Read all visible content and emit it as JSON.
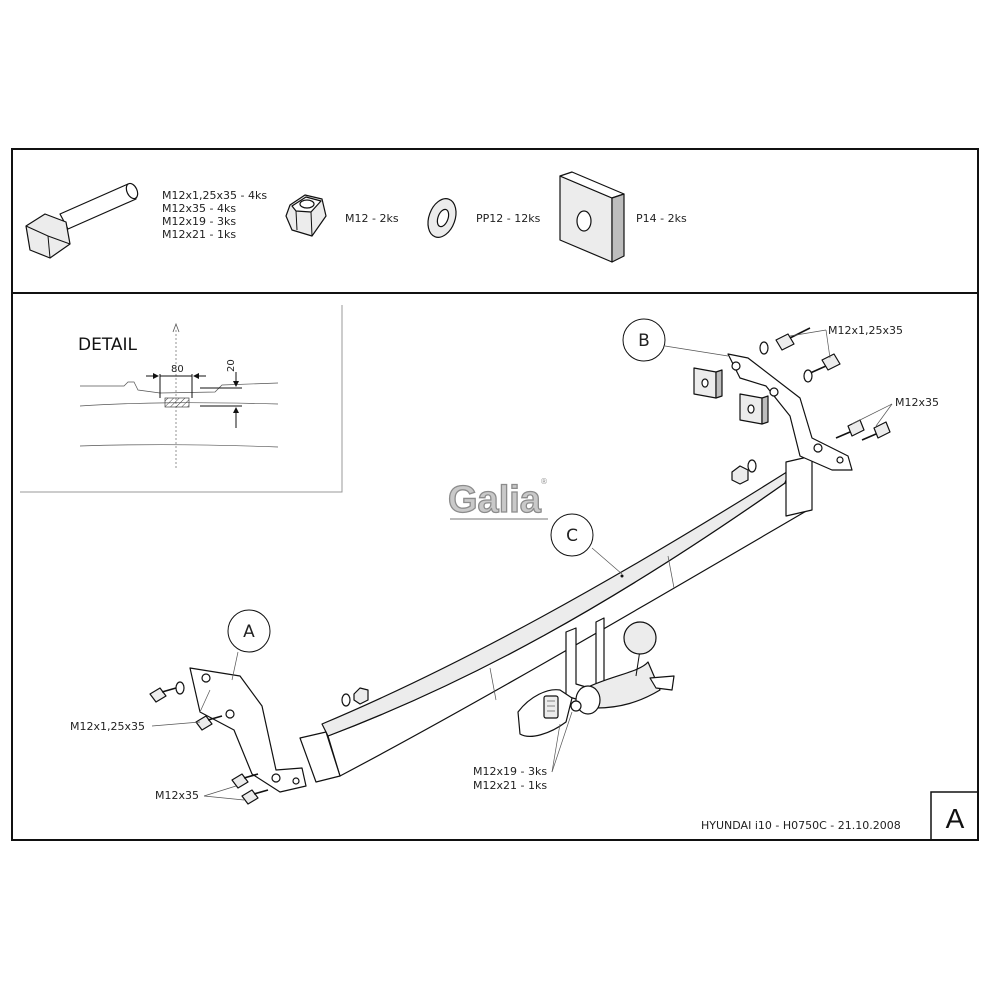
{
  "parts_list": {
    "bolt": {
      "icon": "hex-bolt-icon",
      "lines": [
        "M12x1,25x35 - 4ks",
        "M12x35 - 4ks",
        "M12x19 - 3ks",
        "M12x21 - 1ks"
      ]
    },
    "nut": {
      "icon": "hex-nut-icon",
      "label": "M12 - 2ks"
    },
    "washer": {
      "icon": "washer-icon",
      "label": "PP12 - 12ks"
    },
    "plate": {
      "icon": "square-plate-icon",
      "label": "P14 - 2ks"
    }
  },
  "detail": {
    "title": "DETAIL",
    "dim_width": "80",
    "dim_height": "20"
  },
  "callouts": {
    "a": "A",
    "b": "B",
    "c": "C"
  },
  "labels": {
    "b_top_bolt": "M12x1,25x35",
    "b_bottom_bolt": "M12x35",
    "a_top_bolt": "M12x1,25x35",
    "a_bottom_bolt": "M12x35",
    "socket_bolt_1": "M12x19 - 3ks",
    "socket_bolt_2": "M12x21 - 1ks"
  },
  "brand": {
    "name": "Galia",
    "mark": "®"
  },
  "title_block": {
    "caption": "HYUNDAI i10 - H0750C - 21.10.2008",
    "sheet": "A"
  }
}
